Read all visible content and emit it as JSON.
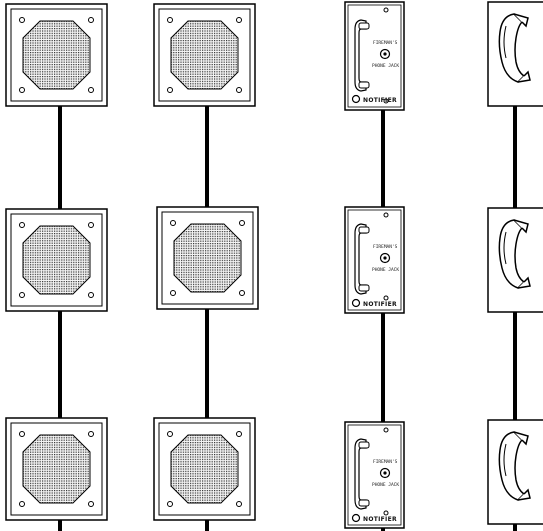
{
  "diagram": {
    "columns": [
      {
        "kind": "speaker",
        "units": 3
      },
      {
        "kind": "speaker",
        "units": 3
      },
      {
        "kind": "jack-station",
        "units": 3
      },
      {
        "kind": "handset-box",
        "units": 3
      }
    ]
  },
  "jack_station": {
    "label_top": "FIREMAN'S",
    "label_bottom": "PHONE JACK",
    "brand": "NOTIFIER"
  },
  "colors": {
    "line": "#000000",
    "grille": "#555555",
    "background": "#ffffff"
  }
}
